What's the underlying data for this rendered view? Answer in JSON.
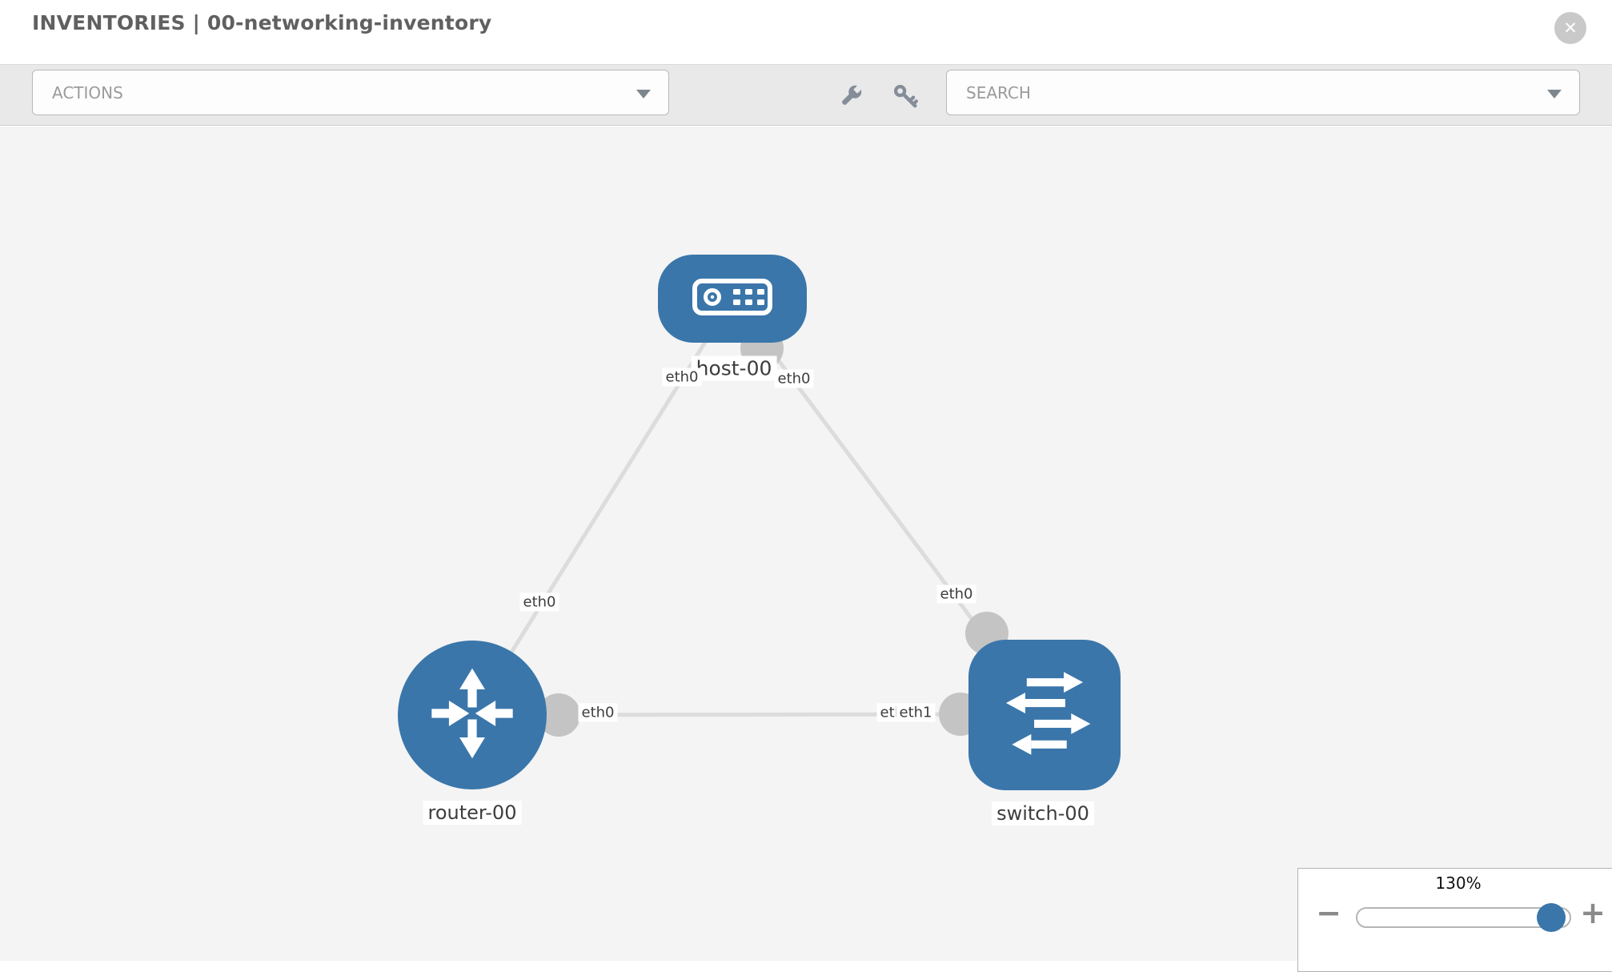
{
  "header": {
    "title": "INVENTORIES | 00-networking-inventory",
    "close_glyph": "✕"
  },
  "toolbar": {
    "actions_label": "ACTIONS",
    "search_label": "SEARCH",
    "icons": [
      "wrench-icon",
      "key-icon"
    ]
  },
  "topology": {
    "nodes": [
      {
        "label": "host-00",
        "type": "host"
      },
      {
        "label": "router-00",
        "type": "router"
      },
      {
        "label": "switch-00",
        "type": "switch"
      }
    ],
    "links": [
      {
        "from": "router-00",
        "to": "host-00",
        "from_interface": "eth0",
        "to_interface": "eth0"
      },
      {
        "from": "host-00",
        "to": "switch-00",
        "from_interface": "eth0",
        "to_interface": "eth0"
      },
      {
        "from": "router-00",
        "to": "switch-00",
        "from_interface": "eth0",
        "to_interface": "eth1"
      }
    ],
    "edge_labels": [
      {
        "text": "eth0"
      },
      {
        "text": "eth0"
      },
      {
        "text": "eth0"
      },
      {
        "text": "eth0"
      },
      {
        "text": "eth0"
      },
      {
        "text": "eth0"
      },
      {
        "text": "eth1"
      }
    ]
  },
  "zoom_control": {
    "level": "130%",
    "minus_glyph": "−",
    "plus_glyph": "+"
  },
  "colors": {
    "node_blue": "#3a76aa",
    "link_gray": "#dcdcdc",
    "interface_gray": "#c4c4c4",
    "toolbar_gray": "#e9e9e9"
  }
}
